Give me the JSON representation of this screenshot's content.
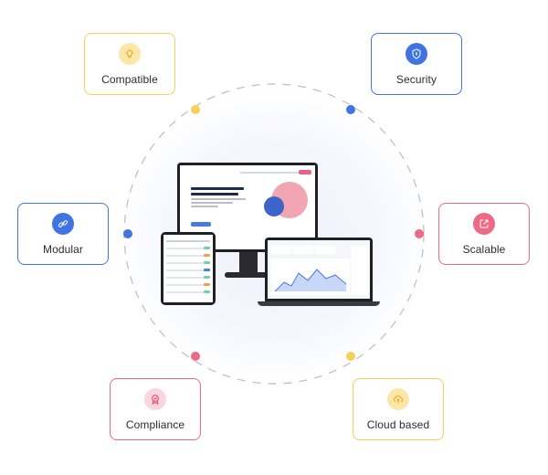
{
  "colors": {
    "yellow_accent": "#f8cf5b",
    "blue_accent": "#3f74e2",
    "pink_accent": "#ec6a85",
    "ring_dash": "#b9bcc7"
  },
  "features": [
    {
      "label": "Compatible",
      "icon": "lightbulb-icon",
      "color": "yellow"
    },
    {
      "label": "Security",
      "icon": "shield-icon",
      "color": "blue"
    },
    {
      "label": "Modular",
      "icon": "link-icon",
      "color": "blue"
    },
    {
      "label": "Scalable",
      "icon": "expand-arrow-icon",
      "color": "pink"
    },
    {
      "label": "Compliance",
      "icon": "badge-check-icon",
      "color": "pink"
    },
    {
      "label": "Cloud based",
      "icon": "cloud-upload-icon",
      "color": "yellow"
    }
  ]
}
